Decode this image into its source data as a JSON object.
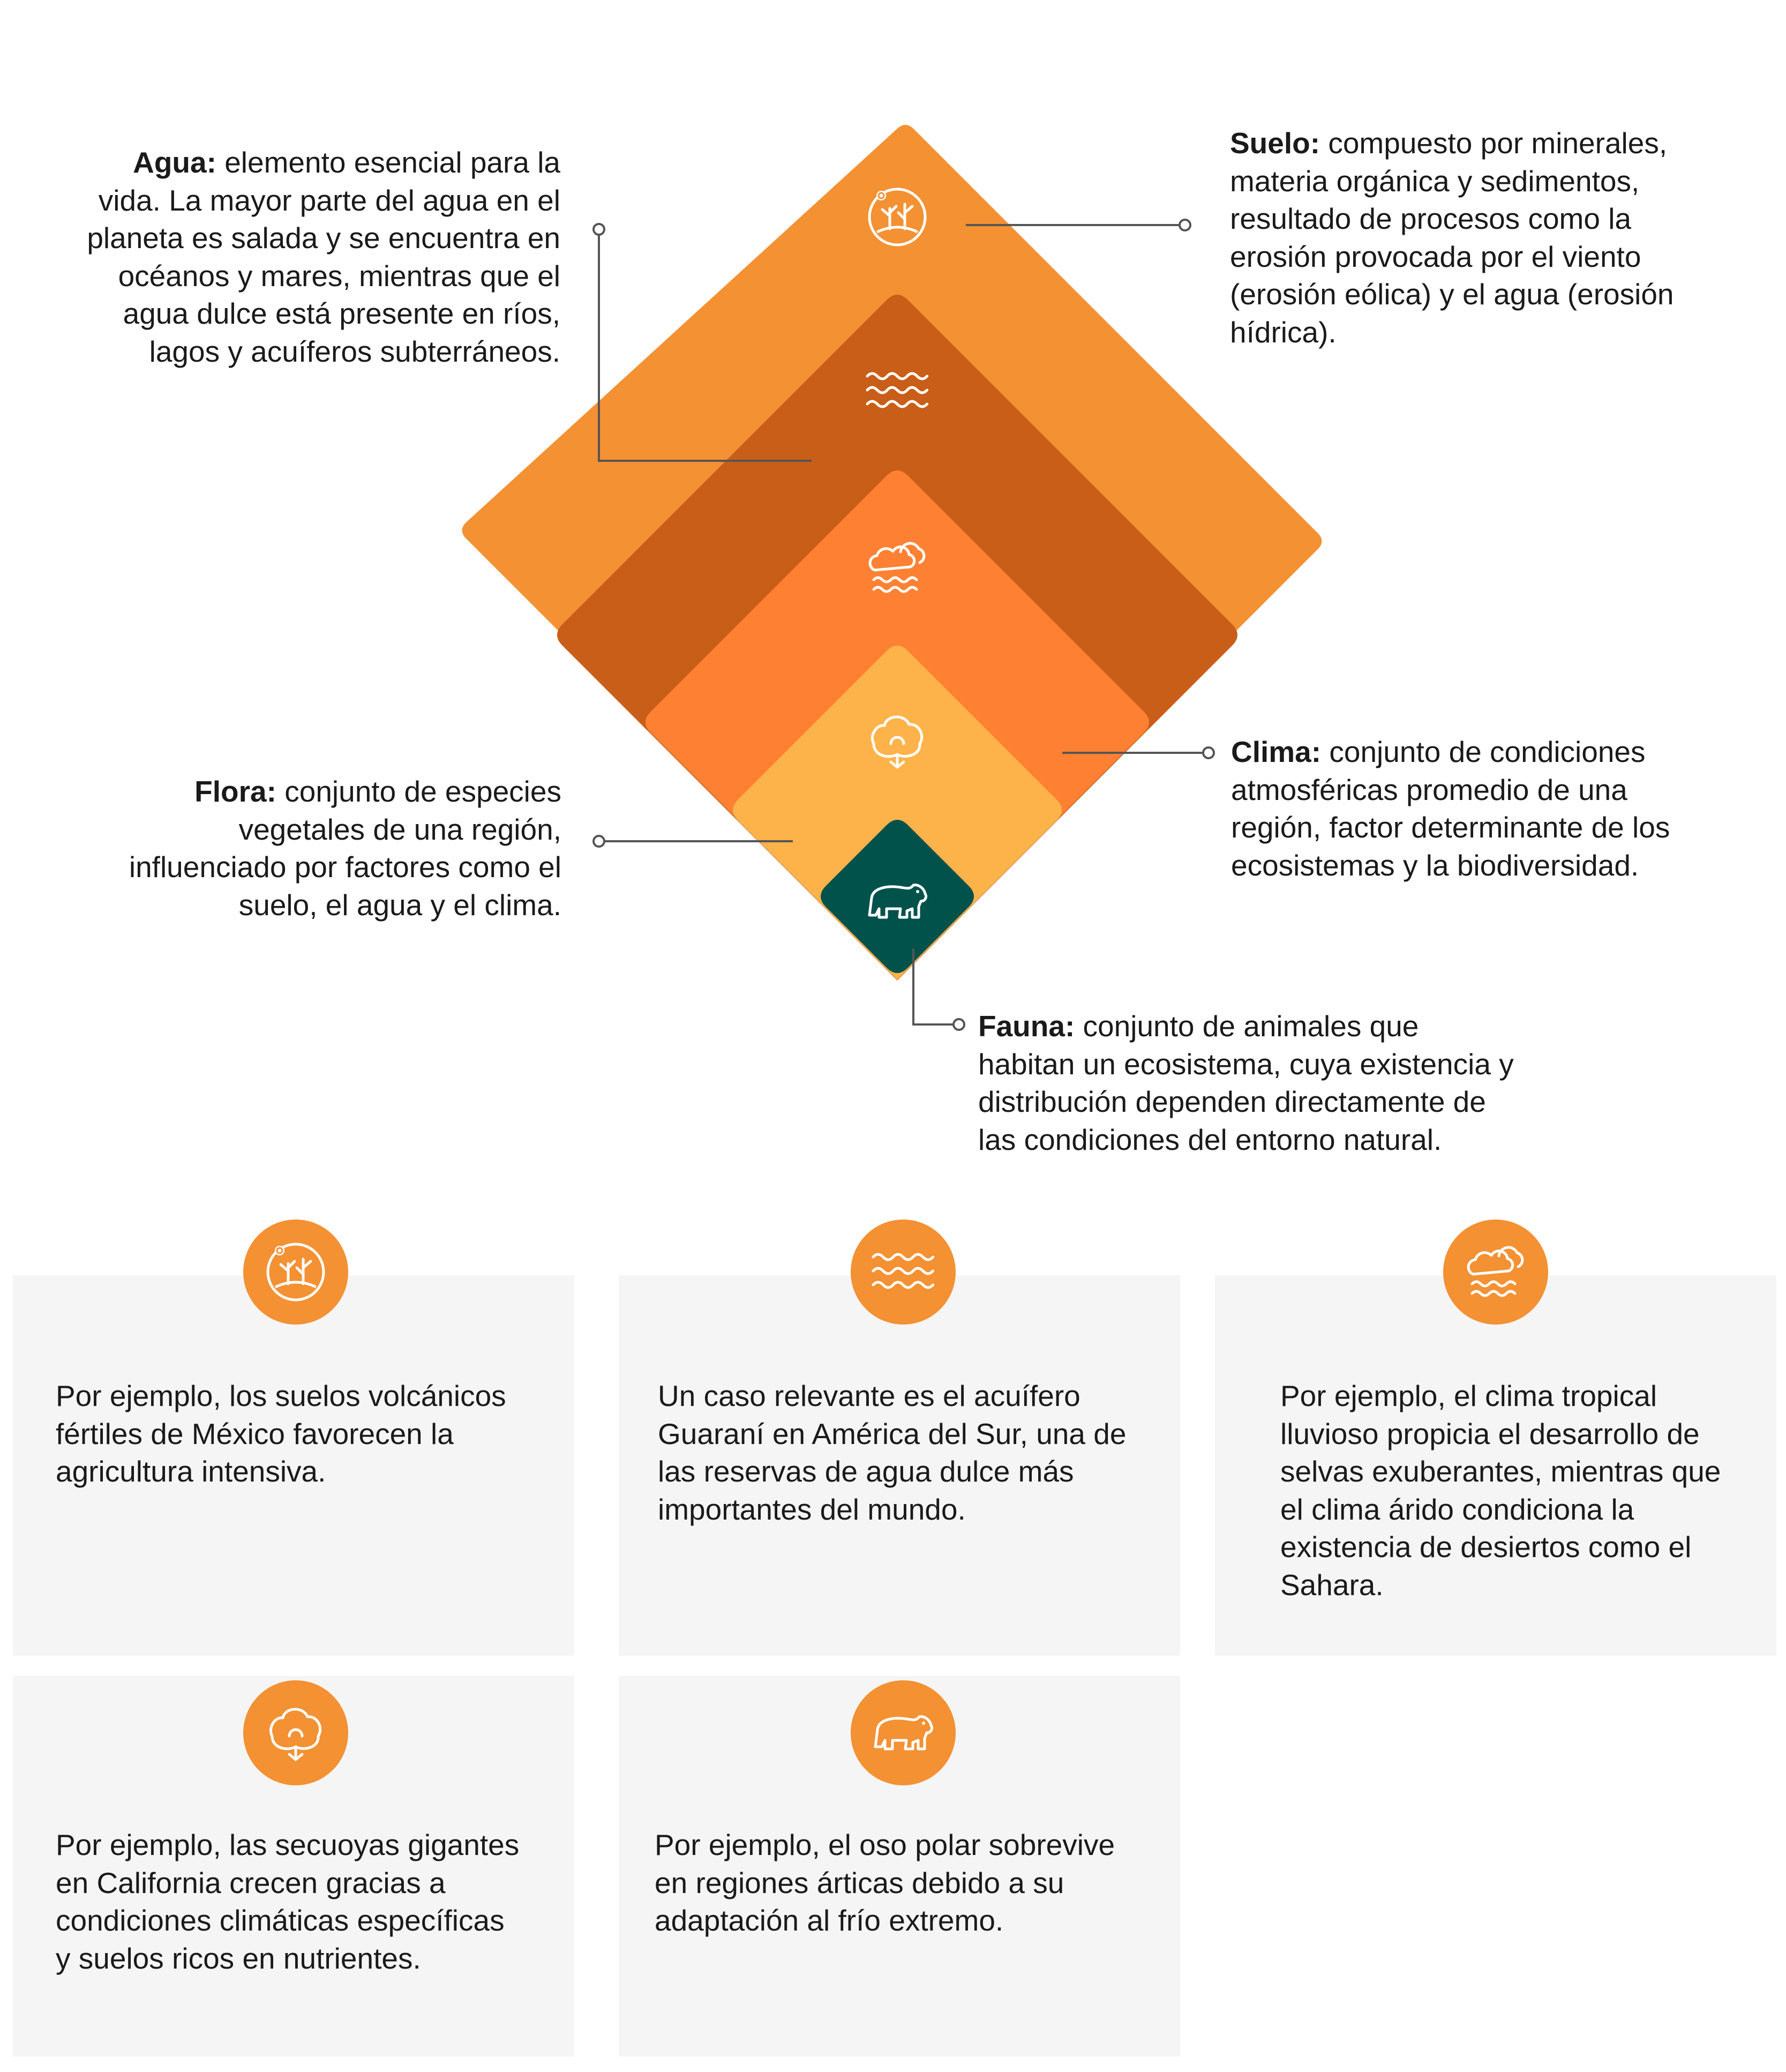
{
  "colors": {
    "suelo": "#f39133",
    "agua": "#c95e18",
    "clima": "#fe8133",
    "flora": "#feb34a",
    "fauna": "#00524b",
    "card_bg": "#f5f5f5",
    "badge": "#f39133",
    "connector": "#555555"
  },
  "layers": [
    {
      "key": "suelo",
      "icon": "soil-icon"
    },
    {
      "key": "agua",
      "icon": "water-waves-icon"
    },
    {
      "key": "clima",
      "icon": "cloud-climate-icon"
    },
    {
      "key": "flora",
      "icon": "tree-icon"
    },
    {
      "key": "fauna",
      "icon": "polar-bear-icon"
    }
  ],
  "notes": {
    "agua": {
      "title": "Agua:",
      "text": " elemento esencial para la vida. La mayor parte del agua en el planeta es salada y se encuentra en océanos y mares, mientras que el agua dulce está presente en ríos, lagos y acuíferos subterráneos."
    },
    "suelo": {
      "title": "Suelo:",
      "text": " compuesto por minerales, materia orgánica y sedimentos, resultado de procesos como la erosión provocada por el viento (erosión eólica) y el agua (erosión hídrica)."
    },
    "flora": {
      "title": "Flora:",
      "text": " conjunto de especies vegetales de una región, influenciado por factores como el suelo, el agua y el clima."
    },
    "clima": {
      "title": "Clima:",
      "text": " conjunto de condiciones atmosféricas promedio de una región, factor determinante de los ecosistemas y la biodiversidad."
    },
    "fauna": {
      "title": "Fauna:",
      "text": " conjunto de animales que habitan un ecosistema, cuya existencia y distribución dependen directamente de las condiciones del entorno natural."
    }
  },
  "cards": [
    {
      "icon": "soil-icon",
      "text": "Por ejemplo, los suelos volcánicos fértiles de México favorecen la agricultura intensiva."
    },
    {
      "icon": "water-waves-icon",
      "text": "Un caso relevante es el acuífero Guaraní en América del Sur, una de las reservas de agua dulce más importantes del mundo."
    },
    {
      "icon": "cloud-climate-icon",
      "text": "Por ejemplo, el clima tropical lluvioso propicia el desarrollo de selvas exuberantes, mientras que el clima árido condiciona la existencia de desiertos como el Sahara."
    },
    {
      "icon": "tree-icon",
      "text": "Por ejemplo, las secuoyas gigantes en California crecen gracias a condiciones climáticas específicas y suelos ricos en nutrientes."
    },
    {
      "icon": "polar-bear-icon",
      "text": "Por ejemplo, el oso polar sobrevive en regiones árticas debido a su adaptación al frío extremo."
    }
  ]
}
